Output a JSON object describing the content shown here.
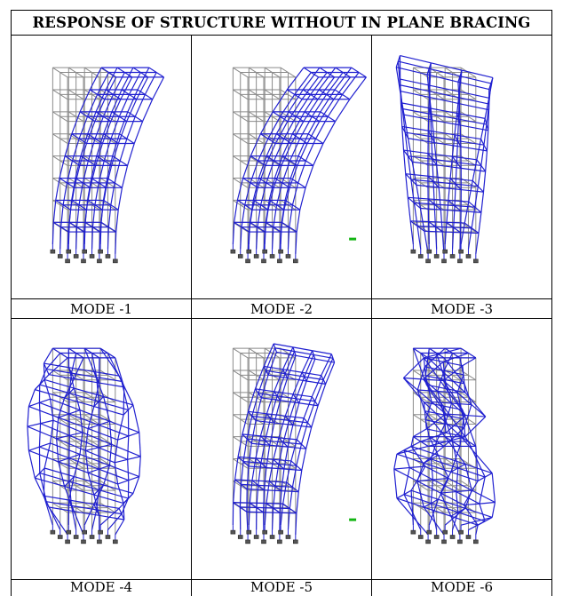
{
  "table": {
    "title": "RESPONSE OF STRUCTURE WITHOUT IN PLANE BRACING",
    "modes": [
      {
        "caption": "MODE -1",
        "shape": "sway-right",
        "green_label": false
      },
      {
        "caption": "MODE -2",
        "shape": "sway-right-strong",
        "green_label": true
      },
      {
        "caption": "MODE -3",
        "shape": "torsion",
        "green_label": false
      },
      {
        "caption": "MODE -4",
        "shape": "higher-torsion",
        "green_label": false
      },
      {
        "caption": "MODE -5",
        "shape": "sway-oblique",
        "green_label": true
      },
      {
        "caption": "MODE -6",
        "shape": "higher-torsion-2",
        "green_label": false
      }
    ]
  },
  "colors": {
    "undeformed": "#8a8a8a",
    "deformed": "#2020d0",
    "support": "#555555",
    "label": "#13b513"
  }
}
